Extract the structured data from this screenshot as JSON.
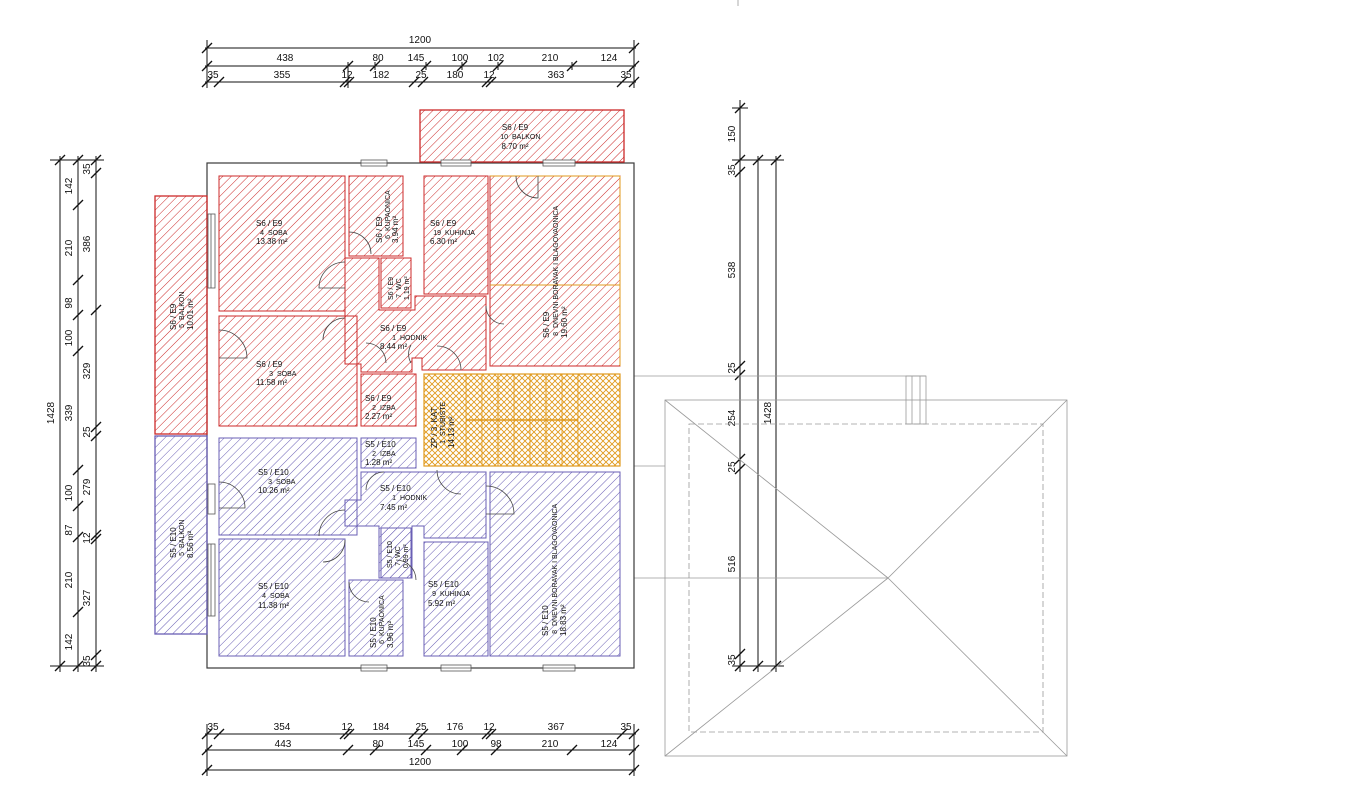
{
  "dimensions": {
    "top_total": "1200",
    "top_row1": [
      "438",
      "80",
      "145",
      "100",
      "102",
      "210",
      "124"
    ],
    "top_row2": [
      "35",
      "355",
      "12",
      "182",
      "25",
      "180",
      "12",
      "363",
      "35"
    ],
    "bottom_row1": [
      "35",
      "354",
      "12",
      "184",
      "25",
      "176",
      "12",
      "367",
      "35"
    ],
    "bottom_row2": [
      "443",
      "80",
      "145",
      "100",
      "98",
      "210",
      "124"
    ],
    "bottom_total": "1200",
    "left_outer_total": "1428",
    "left_outer": [
      "142",
      "210",
      "98",
      "100",
      "339",
      "100",
      "87",
      "210",
      "142"
    ],
    "left_inner": [
      "35",
      "386",
      "329",
      "25",
      "279",
      "12",
      "327",
      "35"
    ],
    "right_outer": [
      "150",
      "35",
      "538",
      "25",
      "254",
      "25",
      "516",
      "35"
    ],
    "right_total": "1428"
  },
  "rooms": {
    "s6_balkon_top": {
      "code": "S6 / E9",
      "num": "10",
      "name": "BALKON",
      "area": "8.70 m²"
    },
    "s6_soba_4": {
      "code": "S6 / E9",
      "num": "4",
      "name": "SOBA",
      "area": "13.38 m²"
    },
    "s6_kupaonica": {
      "code": "S6 / E9",
      "num": "6",
      "name": "KUPAONICA",
      "area": "3.94 m²"
    },
    "s6_kuhinja": {
      "code": "S6 / E9",
      "num": "19",
      "name": "KUHINJA",
      "area": "6.30 m²"
    },
    "s6_dnevni": {
      "code": "S6 / E9",
      "num": "8",
      "name": "DNEVNI BORAVAK I BLAGOVAONICA",
      "area": "19.60 m²"
    },
    "s6_wc": {
      "code": "S6 / E9",
      "num": "7",
      "name": "WC",
      "area": "1.19 m²"
    },
    "s6_balkon_left": {
      "code": "S6 / E9",
      "num": "5",
      "name": "BALKON",
      "area": "10.01 m²"
    },
    "s6_hodnik": {
      "code": "S6 / E9",
      "num": "1",
      "name": "HODNIK",
      "area": "8.44 m²"
    },
    "s6_soba_3": {
      "code": "S6 / E9",
      "num": "3",
      "name": "SOBA",
      "area": "11.58 m²"
    },
    "s6_izba": {
      "code": "S6 / E9",
      "num": "2",
      "name": "IZBA",
      "area": "2.27 m²"
    },
    "zp_stubiste": {
      "code": "ZP / 3. KAT",
      "num": "1",
      "name": "STUBIŠTE",
      "area": "14.13 m²"
    },
    "s5_izba": {
      "code": "S5 / E10",
      "num": "2",
      "name": "IZBA",
      "area": "1.28 m²"
    },
    "s5_soba_3": {
      "code": "S5 / E10",
      "num": "3",
      "name": "SOBA",
      "area": "10.26 m²"
    },
    "s5_hodnik": {
      "code": "S5 / E10",
      "num": "1",
      "name": "HODNIK",
      "area": "7.45 m²"
    },
    "s5_balkon": {
      "code": "S5 / E10",
      "num": "5",
      "name": "BALKON",
      "area": "8.56 m²"
    },
    "s5_wc": {
      "code": "S5 / E10",
      "num": "7",
      "name": "WC",
      "area": "0.99 m²"
    },
    "s5_dnevni": {
      "code": "S5 / E10",
      "num": "8",
      "name": "DNEVNI BORAVAK I BLAGOVAONICA",
      "area": "18.83 m²"
    },
    "s5_soba_4": {
      "code": "S5 / E10",
      "num": "4",
      "name": "SOBA",
      "area": "11.38 m²"
    },
    "s5_kuhinja": {
      "code": "S5 / E10",
      "num": "9",
      "name": "KUHINJA",
      "area": "5.92 m²"
    },
    "s5_kupaonica": {
      "code": "S5 / E10",
      "num": "6",
      "name": "KUPAONICA",
      "area": "3.96 m²"
    }
  },
  "colors": {
    "red_unit": "#cc2a2a",
    "blue_unit": "#6a5fb5",
    "stair": "#e09a1e",
    "wall": "#3a3a3a",
    "roof_lines": "#9a9a9a"
  }
}
